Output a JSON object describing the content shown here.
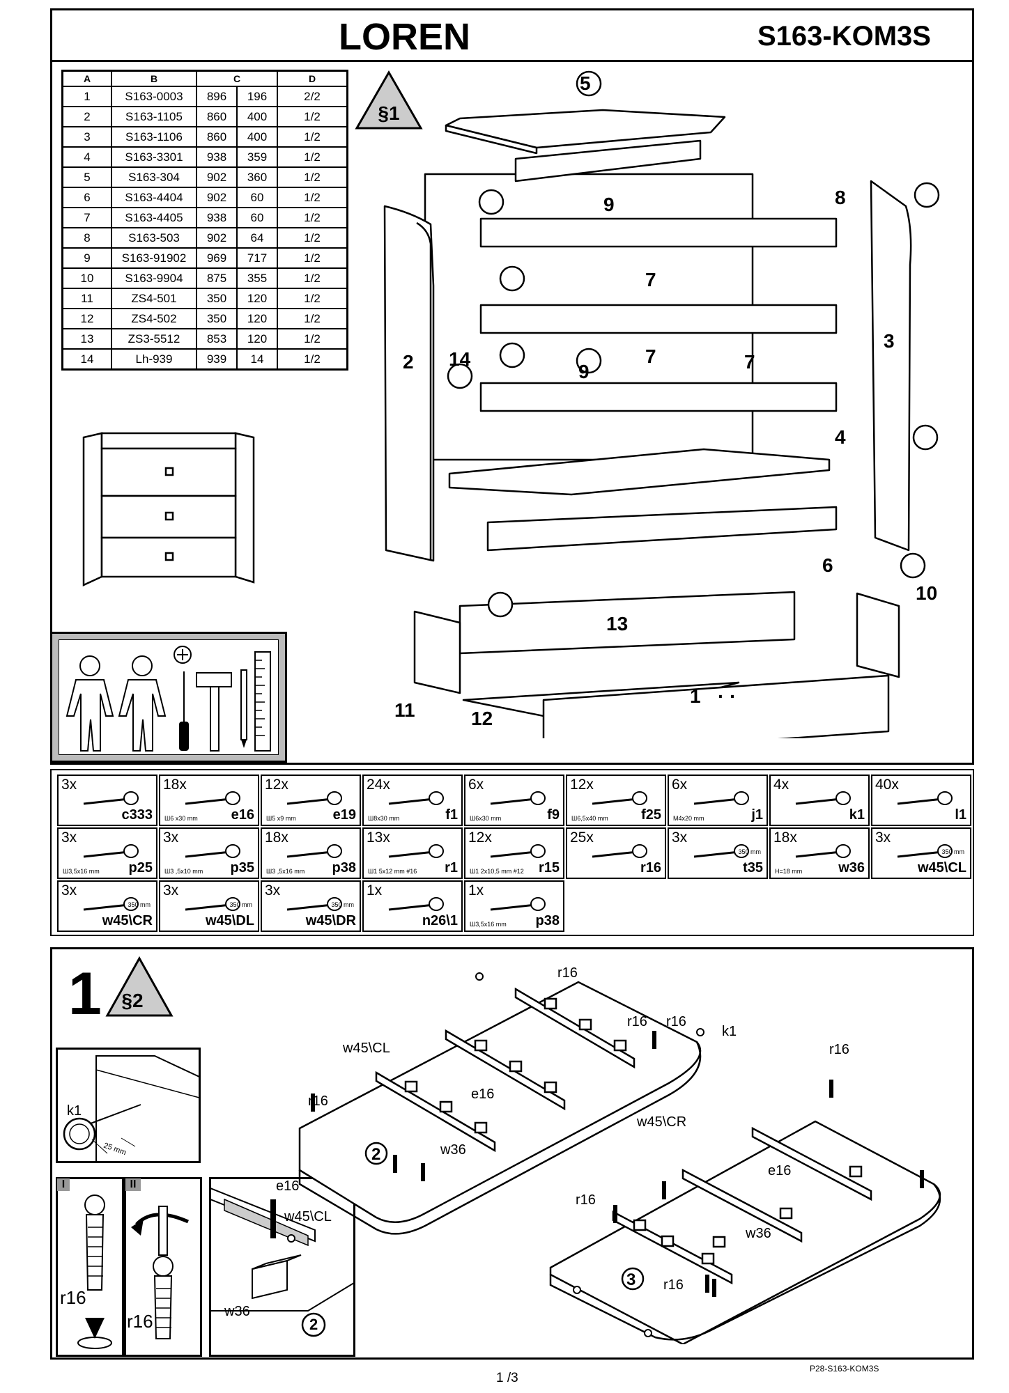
{
  "header": {
    "title": "LOREN",
    "code": "S163-KOM3S"
  },
  "parts_table": {
    "headers": [
      "A",
      "B",
      "C",
      "D"
    ],
    "rows": [
      [
        "1",
        "S163-0003",
        "896",
        "196",
        "2/2"
      ],
      [
        "2",
        "S163-1105",
        "860",
        "400",
        "1/2"
      ],
      [
        "3",
        "S163-1106",
        "860",
        "400",
        "1/2"
      ],
      [
        "4",
        "S163-3301",
        "938",
        "359",
        "1/2"
      ],
      [
        "5",
        "S163-304",
        "902",
        "360",
        "1/2"
      ],
      [
        "6",
        "S163-4404",
        "902",
        "60",
        "1/2"
      ],
      [
        "7",
        "S163-4405",
        "938",
        "60",
        "1/2"
      ],
      [
        "8",
        "S163-503",
        "902",
        "64",
        "1/2"
      ],
      [
        "9",
        "S163-91902",
        "969",
        "717",
        "1/2"
      ],
      [
        "10",
        "S163-9904",
        "875",
        "355",
        "1/2"
      ],
      [
        "11",
        "ZS4-501",
        "350",
        "120",
        "1/2"
      ],
      [
        "12",
        "ZS4-502",
        "350",
        "120",
        "1/2"
      ],
      [
        "13",
        "ZS3-5512",
        "853",
        "120",
        "1/2"
      ],
      [
        "14",
        "Lh-939",
        "939",
        "14",
        "1/2"
      ]
    ]
  },
  "section_badge_1": "§1",
  "exploded_labels": [
    "1",
    "2",
    "3",
    "4",
    "5",
    "6",
    "7",
    "7",
    "7",
    "8",
    "9",
    "9",
    "10",
    "11",
    "12",
    "13",
    "14"
  ],
  "exploded_dots": "· ·",
  "hardware": [
    {
      "qty": "3x",
      "code": "c333",
      "dim": ""
    },
    {
      "qty": "18x",
      "code": "e16",
      "dim": "Ш6 x30 mm"
    },
    {
      "qty": "12x",
      "code": "e19",
      "dim": "Ш5 x9 mm"
    },
    {
      "qty": "24x",
      "code": "f1",
      "dim": "Ш8x30 mm"
    },
    {
      "qty": "6x",
      "code": "f9",
      "dim": "Ш6x30 mm"
    },
    {
      "qty": "12x",
      "code": "f25",
      "dim": "Ш6,5x40 mm"
    },
    {
      "qty": "6x",
      "code": "j1",
      "dim": "M4x20 mm"
    },
    {
      "qty": "4x",
      "code": "k1",
      "dim": ""
    },
    {
      "qty": "40x",
      "code": "l1",
      "dim": ""
    },
    {
      "qty": "3x",
      "code": "p25",
      "dim": "Ш3,5x16 mm"
    },
    {
      "qty": "3x",
      "code": "p35",
      "dim": "Ш3 ,5x10 mm"
    },
    {
      "qty": "18x",
      "code": "p38",
      "dim": "Ш3 ,5x16 mm"
    },
    {
      "qty": "13x",
      "code": "r1",
      "dim": "Ш1 5x12 mm  #16"
    },
    {
      "qty": "12x",
      "code": "r15",
      "dim": "Ш1 2x10,5 mm  #12"
    },
    {
      "qty": "25x",
      "code": "r16",
      "dim": ""
    },
    {
      "qty": "3x",
      "code": "t35",
      "dim": "350 mm"
    },
    {
      "qty": "18x",
      "code": "w36",
      "dim": "H=18 mm"
    },
    {
      "qty": "3x",
      "code": "w45\\CL",
      "dim": "350 mm"
    },
    {
      "qty": "3x",
      "code": "w45\\CR",
      "dim": "350 mm"
    },
    {
      "qty": "3x",
      "code": "w45\\DL",
      "dim": "350 mm"
    },
    {
      "qty": "3x",
      "code": "w45\\DR",
      "dim": "350 mm"
    },
    {
      "qty": "1x",
      "code": "n26\\1",
      "dim": ""
    },
    {
      "qty": "1x",
      "code": "p38",
      "dim": "Ш3,5x16 mm"
    }
  ],
  "step1": {
    "number": "1",
    "badge": "§2",
    "detail_k1": {
      "label": "k1",
      "dim": "25 mm"
    },
    "detail_I": {
      "roman": "I",
      "label": "r16"
    },
    "detail_II": {
      "roman": "II",
      "label": "r16"
    },
    "detail_rail": {
      "e16": "e16",
      "rail": "w45\\CL",
      "w36": "w36",
      "part": "2"
    },
    "left_panel": {
      "r16a": "r16",
      "r16b": "r16",
      "r16c": "r16",
      "k1": "k1",
      "w45": "w45\\CL",
      "e16": "e16",
      "w36": "w36",
      "part": "2"
    },
    "right_panel": {
      "r16a": "r16",
      "r16b": "r16",
      "r16c": "r16",
      "w45": "w45\\CR",
      "e16": "e16",
      "w36": "w36",
      "part": "3"
    }
  },
  "footer": {
    "page": "1 /3",
    "doc": "P28-S163-KOM3S"
  }
}
